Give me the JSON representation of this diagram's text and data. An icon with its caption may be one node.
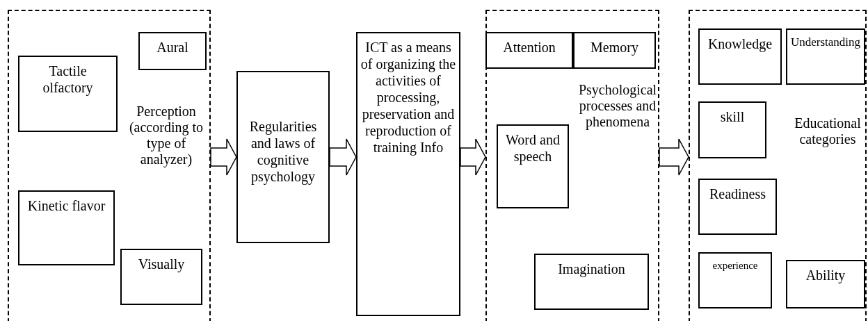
{
  "diagram": {
    "nodes": [
      {
        "text": [
          "Perception (according to type of analyzer)"
        ]
      },
      {
        "text": [
          "Aural"
        ],
        "in": 0
      },
      {
        "text": [
          "Tactile olfactory"
        ],
        "in": 0
      },
      {
        "text": [
          "Kinetic flavor"
        ],
        "in": 0
      },
      {
        "text": [
          "Visually"
        ],
        "in": 0
      },
      {
        "text": [
          "Regularities and laws of cognitive psychology"
        ]
      },
      {
        "text": [
          "ICT as a means of organizing the activities of processing, preservation and reproduction of training Info"
        ]
      },
      {
        "text": [
          "Psychological processes and phenomena"
        ]
      },
      {
        "text": [
          "Attention"
        ],
        "in": 7
      },
      {
        "text": [
          "Memory"
        ],
        "in": 7
      },
      {
        "text": [
          "Word and speech"
        ],
        "in": 7
      },
      {
        "text": [
          "Imagination"
        ],
        "in": 7
      },
      {
        "text": [
          "Educational categories"
        ]
      },
      {
        "text": [
          "Knowledge"
        ],
        "in": 12
      },
      {
        "text": [
          "Understanding"
        ],
        "in": 12
      },
      {
        "text": [
          "skill"
        ],
        "in": 12
      },
      {
        "text": [
          "Readiness"
        ],
        "in": 12
      },
      {
        "text": [
          "experience"
        ],
        "in": 12
      },
      {
        "text": [
          "Ability"
        ],
        "in": 12
      }
    ],
    "edges": [
      {
        "from": 0,
        "to": 5,
        "arrow": "to"
      },
      {
        "from": 5,
        "to": 6,
        "arrow": "to"
      },
      {
        "from": 6,
        "to": 7,
        "arrow": "to"
      },
      {
        "from": 7,
        "to": 12,
        "arrow": "to"
      }
    ]
  }
}
